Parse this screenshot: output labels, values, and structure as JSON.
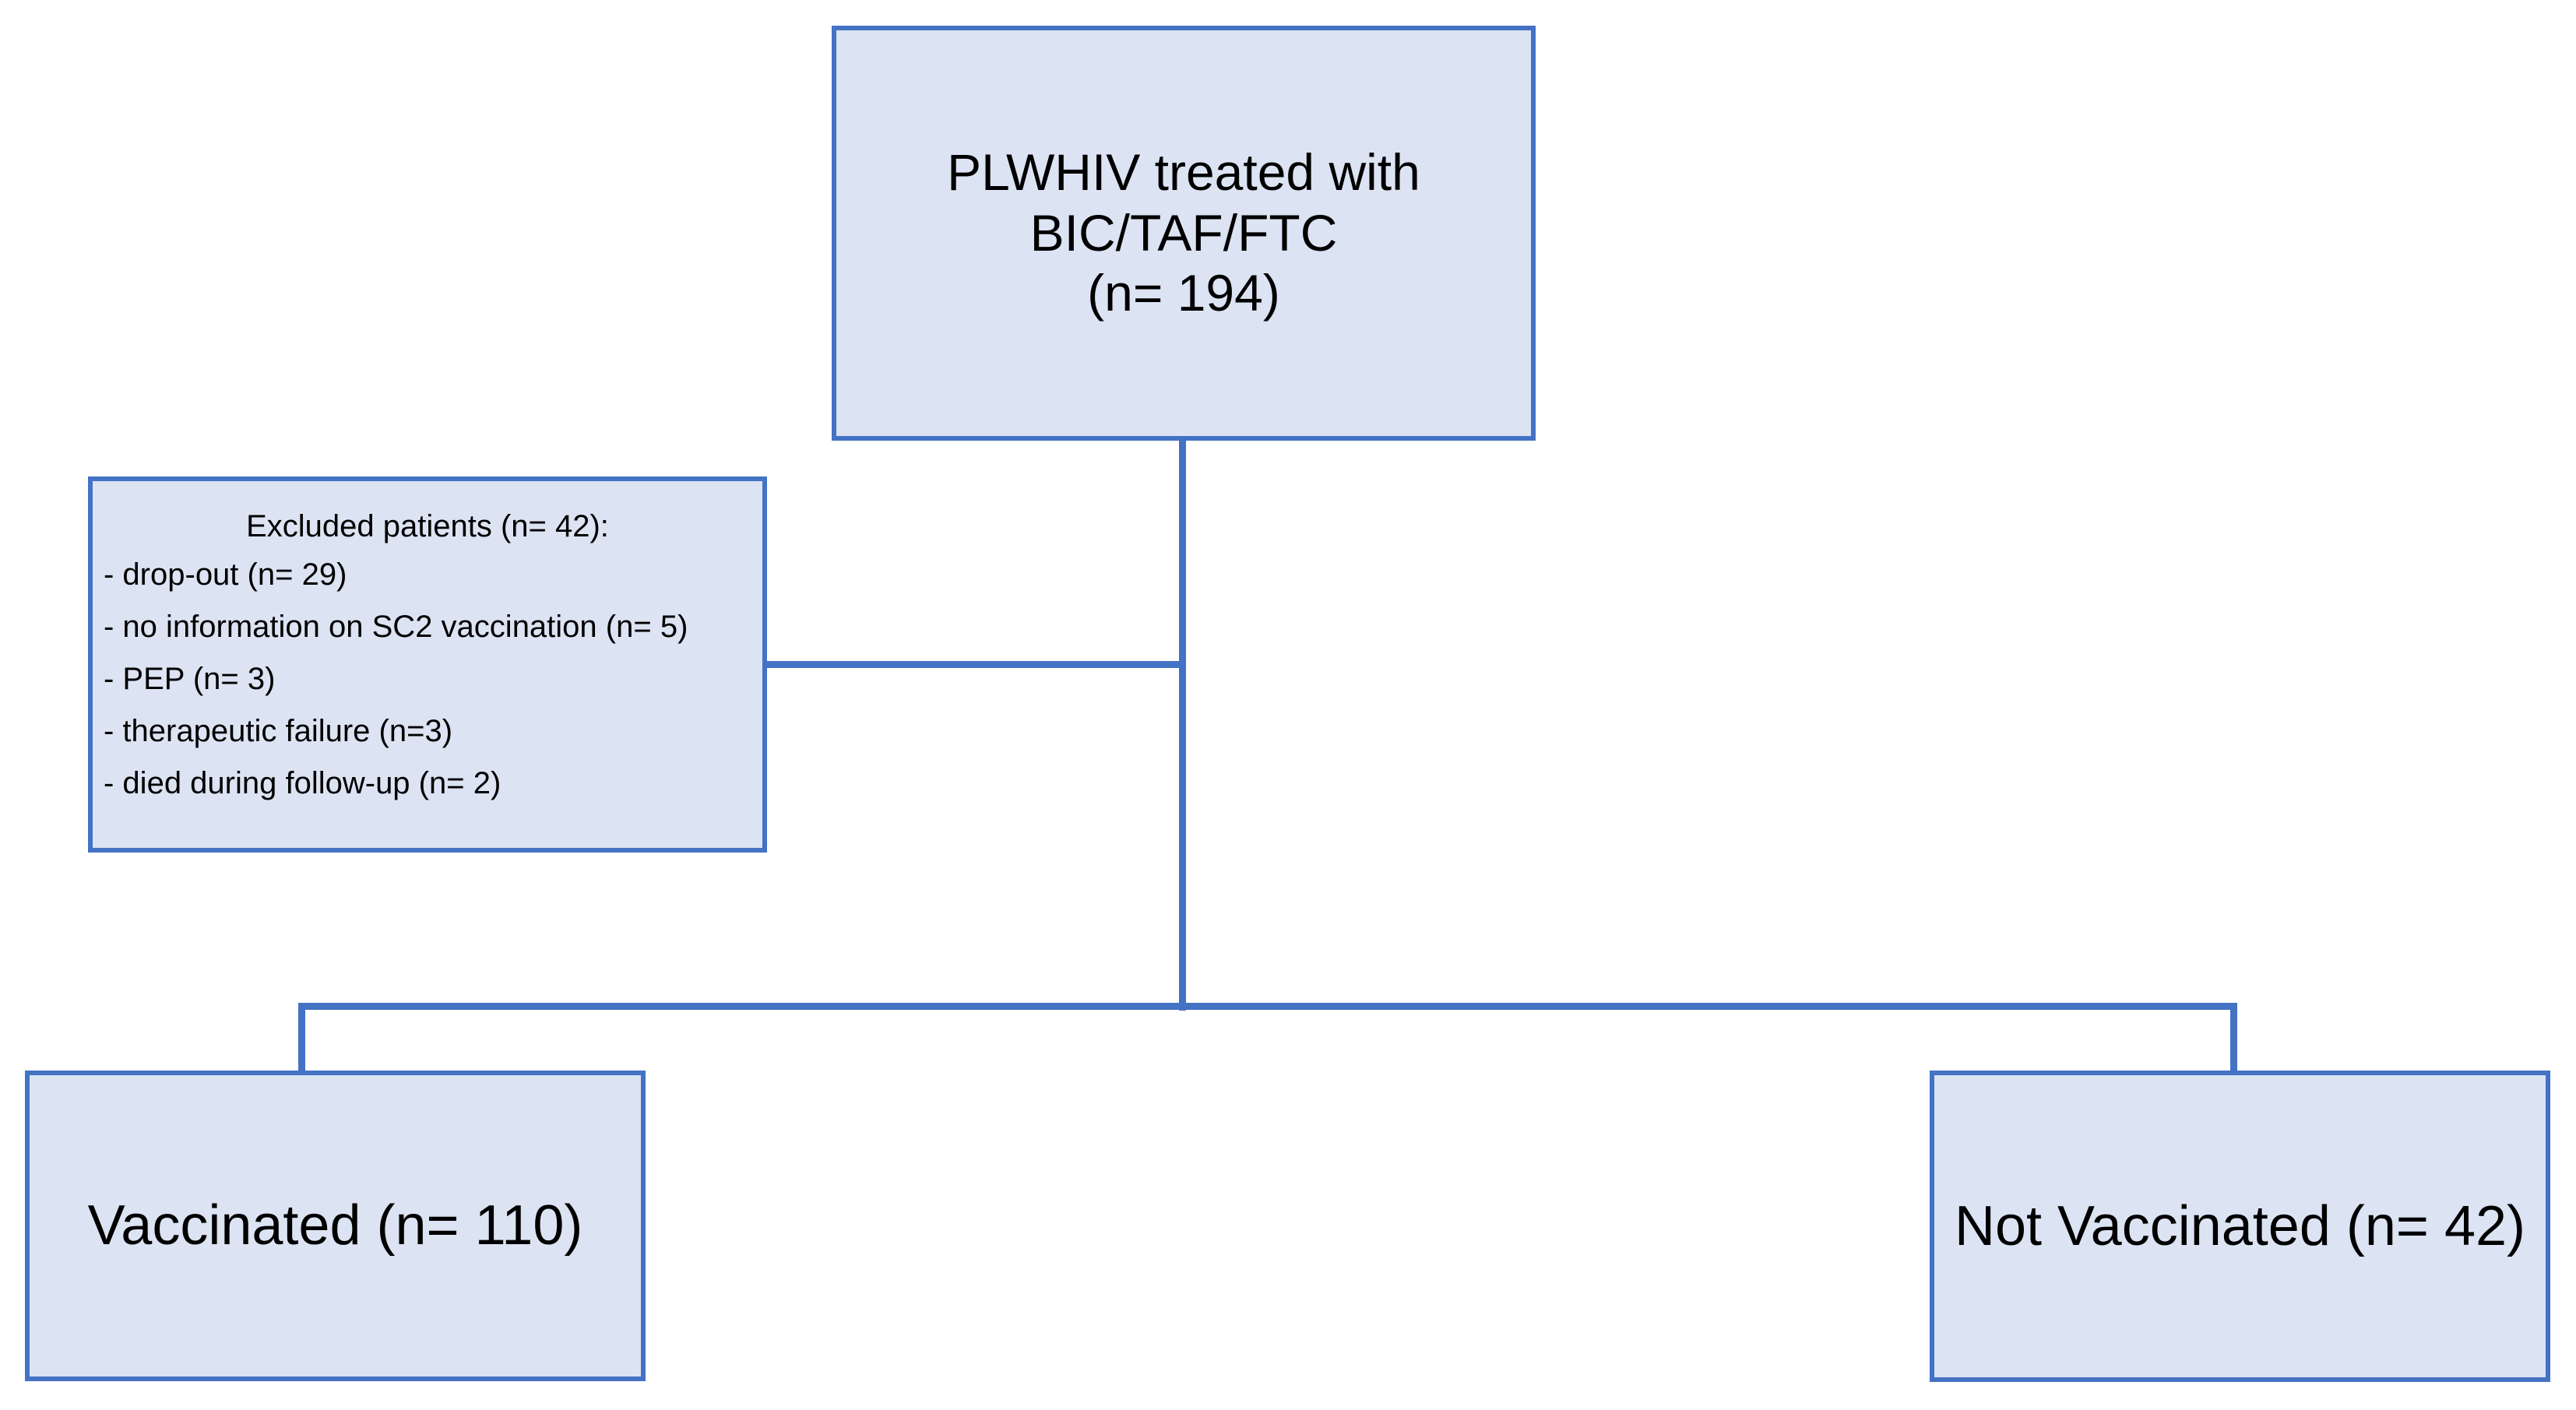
{
  "diagram": {
    "type": "flowchart",
    "title": "Study population flow diagram",
    "colors": {
      "node_fill": "#dce3f2",
      "node_border": "#4472c4",
      "connector": "#4472c4",
      "text": "#000000",
      "background": "#ffffff"
    },
    "nodes": {
      "root": {
        "label": "PLWHIV treated with\nBIC/TAF/FTC\n(n= 194)",
        "n": 194
      },
      "excluded": {
        "title": "Excluded patients (n= 42):",
        "n": 42,
        "reasons": [
          {
            "label": "- drop-out (n= 29)",
            "n": 29
          },
          {
            "label": "- no information on SC2 vaccination (n= 5)",
            "n": 5
          },
          {
            "label": "- PEP (n= 3)",
            "n": 3
          },
          {
            "label": "- therapeutic failure (n=3)",
            "n": 3
          },
          {
            "label": "- died during follow-up (n= 2)",
            "n": 2
          }
        ]
      },
      "vaccinated": {
        "label": "Vaccinated (n= 110)",
        "n": 110
      },
      "not_vaccinated": {
        "label": "Not Vaccinated (n= 42)",
        "n": 42
      }
    },
    "connectors": [
      {
        "name": "root-to-split-trunk",
        "orientation": "vertical"
      },
      {
        "name": "excluded-branch",
        "orientation": "horizontal"
      },
      {
        "name": "split-bar",
        "orientation": "horizontal"
      },
      {
        "name": "leg-to-vaccinated",
        "orientation": "vertical"
      },
      {
        "name": "leg-to-not-vaccinated",
        "orientation": "vertical"
      }
    ]
  }
}
